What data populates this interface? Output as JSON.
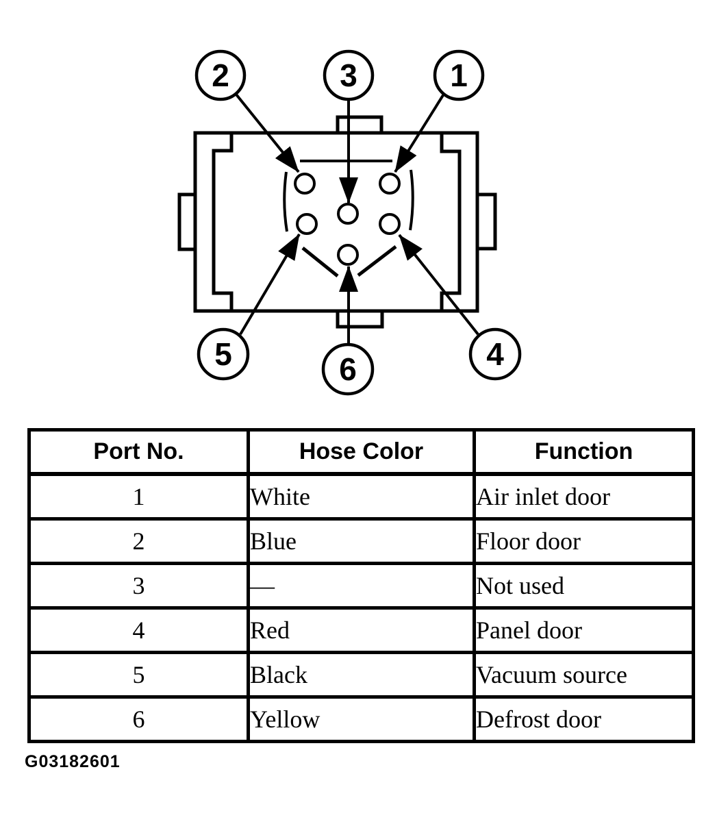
{
  "diagram": {
    "description_labels": "numbered callouts pointing to connector port holes",
    "callouts": [
      {
        "label": "2"
      },
      {
        "label": "3"
      },
      {
        "label": "1"
      },
      {
        "label": "5"
      },
      {
        "label": "6"
      },
      {
        "label": "4"
      }
    ]
  },
  "table": {
    "headers": [
      "Port No.",
      "Hose Color",
      "Function"
    ],
    "rows": [
      {
        "port": "1",
        "hose_color": "White",
        "function": "Air inlet door"
      },
      {
        "port": "2",
        "hose_color": "Blue",
        "function": "Floor door"
      },
      {
        "port": "3",
        "hose_color": "—",
        "function": "Not used"
      },
      {
        "port": "4",
        "hose_color": "Red",
        "function": "Panel door"
      },
      {
        "port": "5",
        "hose_color": "Black",
        "function": "Vacuum source"
      },
      {
        "port": "6",
        "hose_color": "Yellow",
        "function": "Defrost door"
      }
    ]
  },
  "caption": {
    "text": "G03182601"
  },
  "colors": {
    "ink": "#000000",
    "paper": "#ffffff"
  }
}
